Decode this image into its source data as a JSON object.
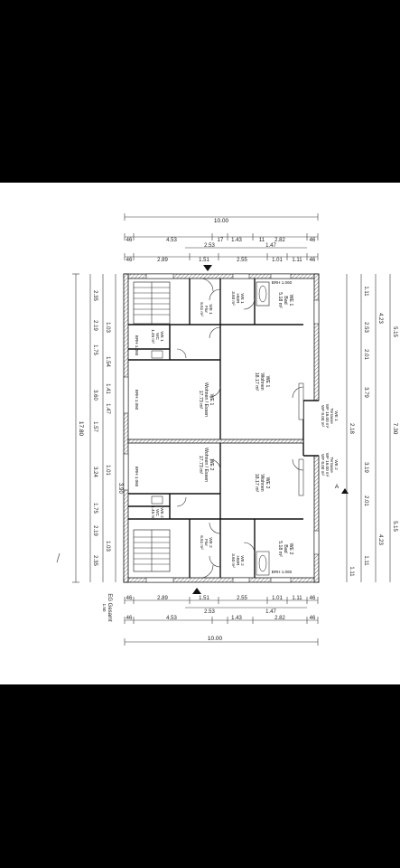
{
  "plan": {
    "title_label": "EG Gesamt",
    "title_scale": "1.50",
    "top_dims": {
      "total": "10.00",
      "row2": [
        "4.53",
        "1.43",
        "2.82",
        "46",
        "46"
      ],
      "row2b": [
        "2.53",
        "1.47",
        "17",
        "11"
      ],
      "row3": [
        "2.89",
        "1.51",
        "2.55",
        "1.01",
        "1.11",
        "46",
        "46"
      ]
    },
    "bottom_dims": {
      "total": "10.00",
      "row1": [
        "2.89",
        "1.51",
        "2.55",
        "1.01",
        "1.11",
        "46",
        "46"
      ],
      "row2": [
        "2.53",
        "1.47"
      ],
      "row3": [
        "4.53",
        "1.43",
        "2.82",
        "46",
        "46"
      ]
    },
    "left_dims": {
      "total": "17.80",
      "outer": [
        "2.35",
        "2.19",
        "1.75",
        "3.60",
        "1.57",
        "3.24",
        "1.75",
        "2.19",
        "2.35"
      ],
      "inner": [
        "1.03",
        "1.54",
        "1.41",
        "1.47",
        "1.01",
        "3.90",
        "1.03"
      ]
    },
    "right_dims": {
      "total": "7.30",
      "outer": [
        "5.15",
        "5.15"
      ],
      "inner": [
        "4.23",
        "2.53",
        "2.01",
        "3.79",
        "2.18",
        "3.19",
        "2.01",
        "4.23",
        "1.11",
        "1.11",
        "1.11"
      ]
    },
    "rooms": [
      {
        "code": "WE 1",
        "name": "Bad",
        "area": "5.18 m²"
      },
      {
        "code": "WE 1",
        "name": "HWR",
        "area": "3.60 m²"
      },
      {
        "code": "WE 1",
        "name": "Flur",
        "area": "6.51 m²"
      },
      {
        "code": "WE 1",
        "name": "WC",
        "area": "1.45 m²"
      },
      {
        "code": "WE 1",
        "name": "Wohnen",
        "area": "18.17 m²"
      },
      {
        "code": "WE 1",
        "name": "Wohnen / Essen",
        "area": "17.73 m²"
      },
      {
        "code": "WE 2",
        "name": "Wohnen / Essen",
        "area": "17.73 m²"
      },
      {
        "code": "WE 2",
        "name": "Wohnen",
        "area": "18.17 m²"
      },
      {
        "code": "WE 2",
        "name": "Flur",
        "area": "6.51 m²"
      },
      {
        "code": "WE 2",
        "name": "WC",
        "area": "1.45 m²"
      },
      {
        "code": "WE 2",
        "name": "Bad",
        "area": "5.18 m²"
      },
      {
        "code": "WE 2",
        "name": "HWR",
        "area": "3.60 m²"
      }
    ],
    "terraces": [
      {
        "code": "WE 1",
        "name": "Terrasse",
        "area1": "WF 16.00 m²",
        "area2": "WF 8.00 m²"
      },
      {
        "code": "WE 2",
        "name": "Terrasse",
        "area1": "WF 16.00 m²",
        "area2": "WF 8.00 m²"
      }
    ],
    "brh": [
      "BRH 1.060",
      "BRH 1.060",
      "BRH 1.060",
      "BRH 1.060",
      "BRH 1.060"
    ],
    "section_marker": "A"
  }
}
